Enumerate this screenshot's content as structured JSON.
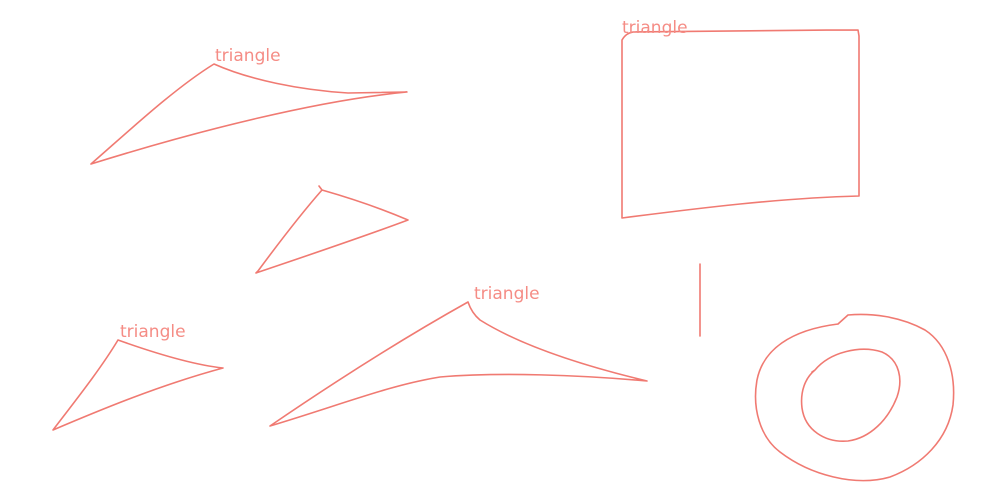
{
  "style": {
    "stroke_color": "#f07a72",
    "label_color": "#f58c85"
  },
  "labels": {
    "shape_1": "triangle",
    "shape_2": "triangle",
    "shape_3": "triangle",
    "shape_4": "triangle"
  }
}
